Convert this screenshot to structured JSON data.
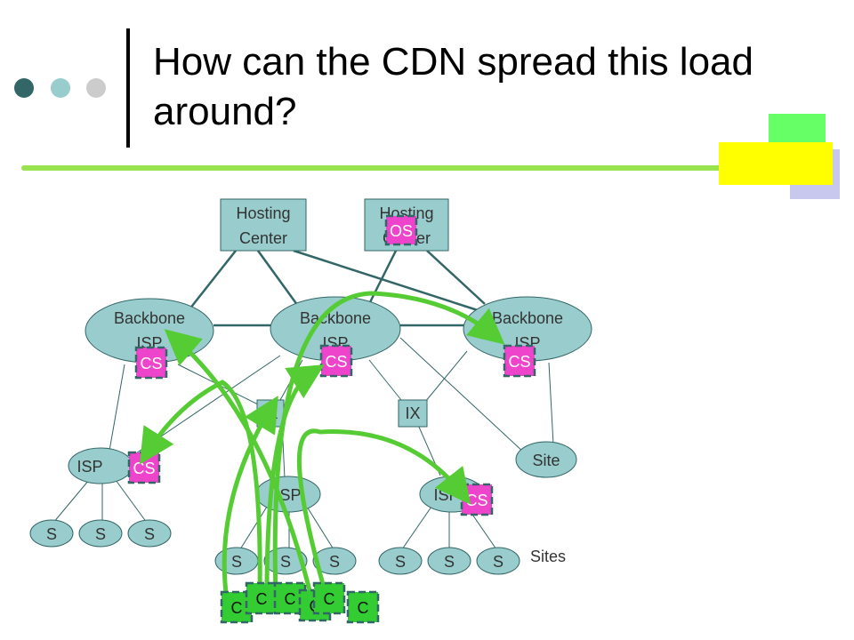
{
  "title": "How can the CDN spread this load around?",
  "colors": {
    "node_fill": "#99cccc",
    "node_stroke": "#336666",
    "cs_fill": "#ee44cc",
    "client_fill": "#33cc33",
    "arrow": "#55cc33",
    "accent_green": "#66ff66",
    "accent_yellow": "#ffff00",
    "accent_lavender": "#c8c8ee",
    "rule": "#99e34f"
  },
  "nodes": {
    "hosting1": [
      "Hosting",
      "Center"
    ],
    "hosting2": [
      "Hosting",
      "Center"
    ],
    "backbone1": [
      "Backbone",
      "ISP"
    ],
    "backbone2": [
      "Backbone",
      "ISP"
    ],
    "backbone3": [
      "Backbone",
      "ISP"
    ],
    "ix1": "IX",
    "ix2": "IX",
    "isp1": "ISP",
    "isp2": "ISP",
    "isp3": "ISP",
    "site": "Site",
    "site_s": "S",
    "sites_label": "Sites"
  },
  "os_label": "OS",
  "cs_label": "CS",
  "client_label": "C"
}
